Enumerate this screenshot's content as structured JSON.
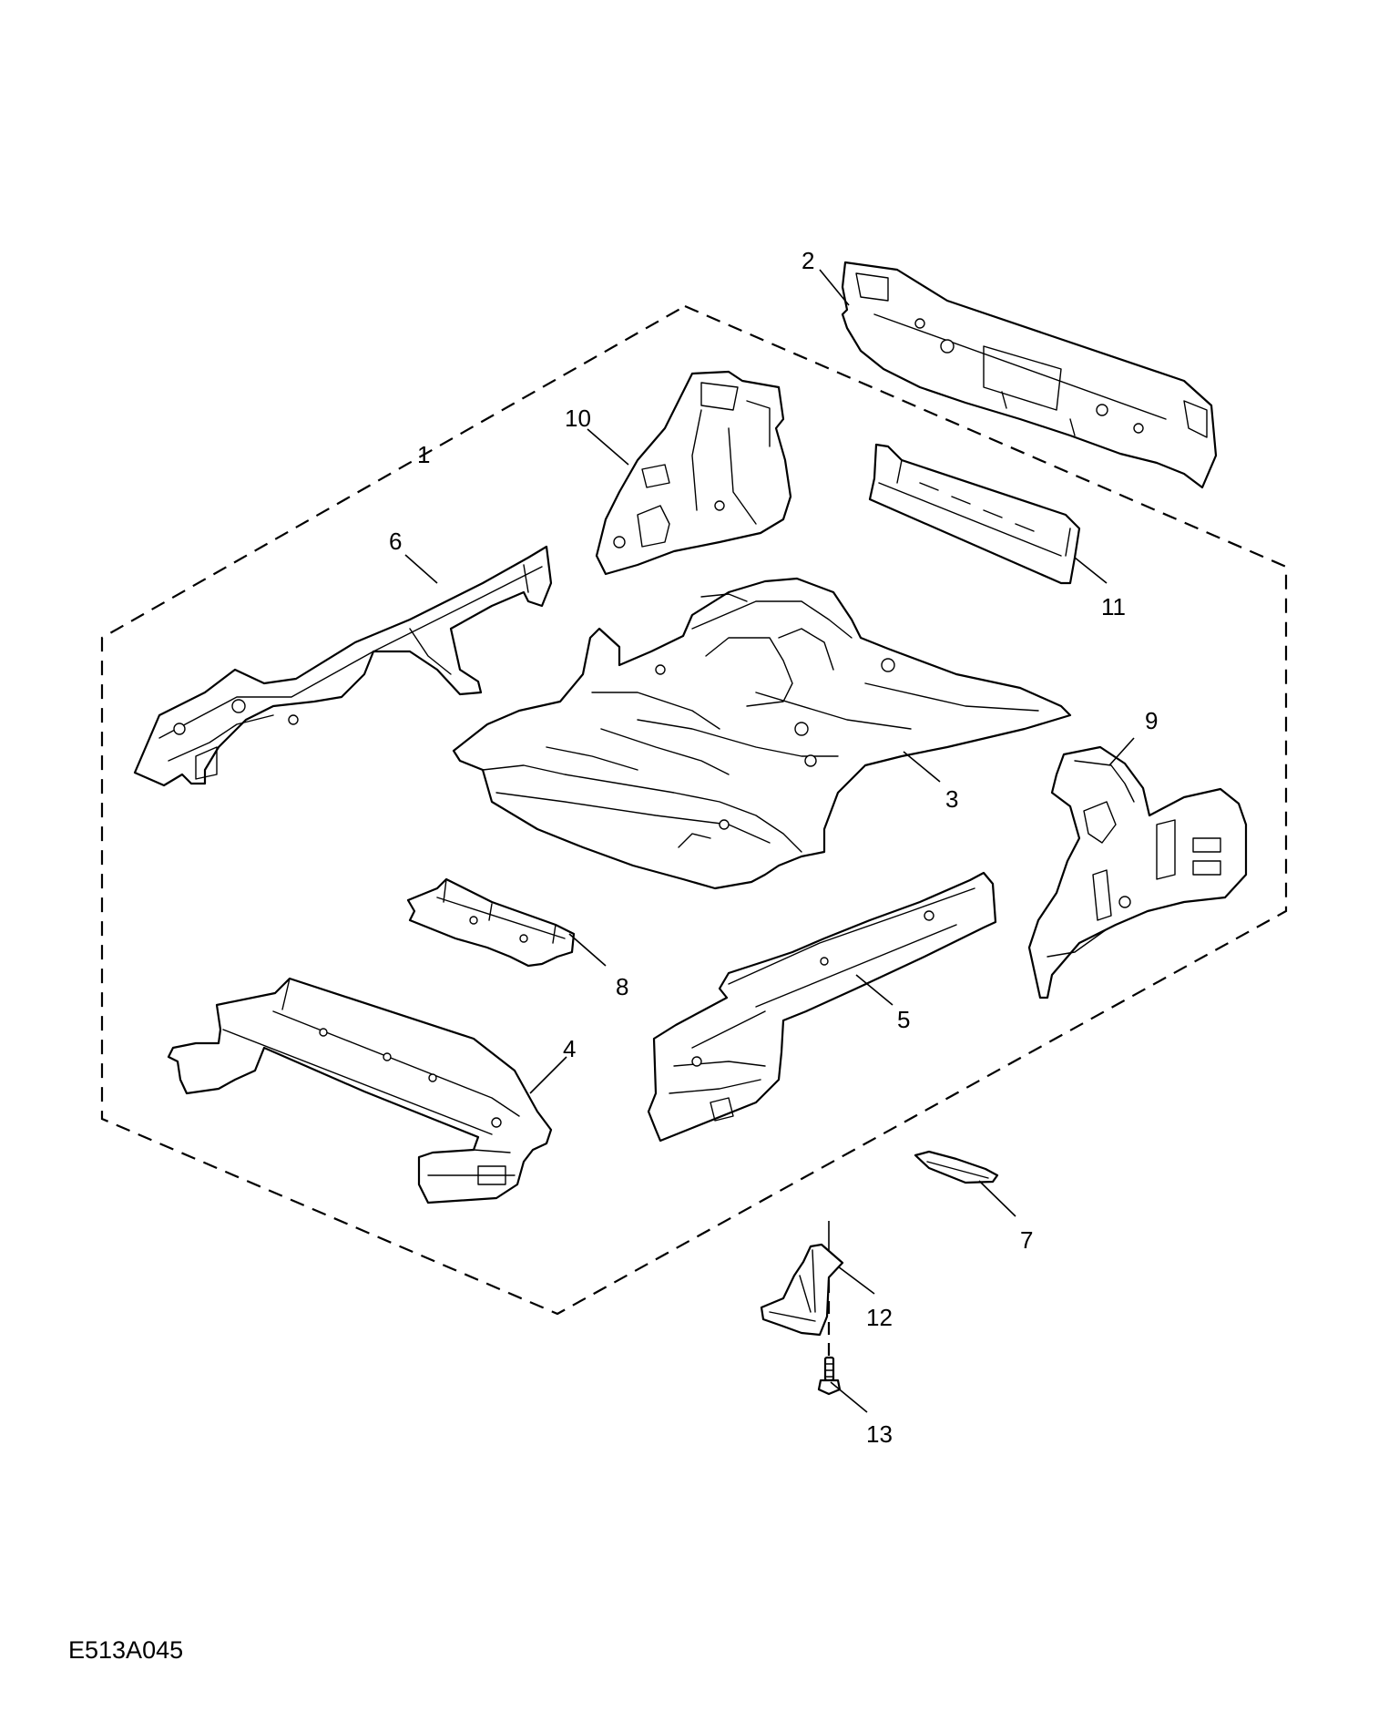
{
  "callouts": {
    "c1": "1",
    "c2": "2",
    "c3": "3",
    "c4": "4",
    "c5": "5",
    "c6": "6",
    "c7": "7",
    "c8": "8",
    "c9": "9",
    "c10": "10",
    "c11": "11",
    "c12": "12",
    "c13": "13"
  },
  "figure_code": "E513A045"
}
